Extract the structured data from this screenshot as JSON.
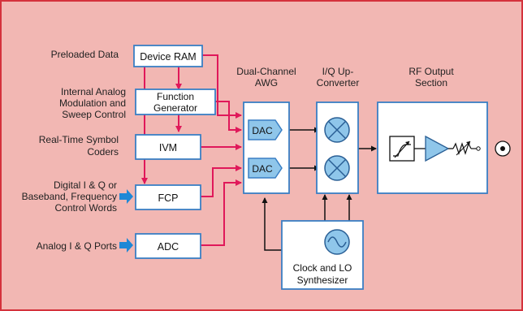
{
  "colors": {
    "background": "#f2b7b3",
    "frame": "#d4323c",
    "block_border": "#3a7fc4",
    "block_fill": "#ffffff",
    "signal_red": "#e0185a",
    "signal_black": "#111111",
    "dac_fill": "#8fc6ea",
    "input_arrow": "#1e88d6"
  },
  "input_labels": {
    "preloaded_data": "Preloaded Data",
    "internal_modulation": [
      "Internal Analog",
      "Modulation and",
      "Sweep Control"
    ],
    "symbol_coders": [
      "Real-Time Symbol",
      "Coders"
    ],
    "digital_iq": [
      "Digital I & Q or",
      "Baseband, Frequency",
      "Control Words"
    ],
    "analog_iq": "Analog I & Q Ports"
  },
  "blocks": {
    "device_ram": "Device RAM",
    "function_generator": [
      "Function",
      "Generator"
    ],
    "ivm": "IVM",
    "fcp": "FCP",
    "adc": "ADC",
    "dac_top": "DAC",
    "dac_bottom": "DAC",
    "clock_lo": [
      "Clock and LO",
      "Synthesizer"
    ]
  },
  "section_headers": {
    "awg": [
      "Dual-Channel",
      "AWG"
    ],
    "iq_upconverter": [
      "I/Q Up-",
      "Converter"
    ],
    "rf_output": [
      "RF Output",
      "Section"
    ]
  },
  "icons": [
    "mixer-icon",
    "filter-icon",
    "amplifier-icon",
    "attenuator-icon",
    "rf-output-connector-icon",
    "sine-wave-icon",
    "input-arrow-icon"
  ]
}
